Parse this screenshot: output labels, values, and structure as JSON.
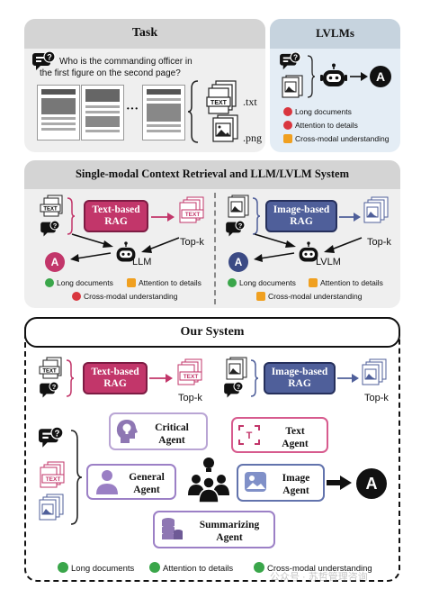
{
  "task": {
    "title": "Task",
    "question_line1": "Who is the commanding officer in",
    "question_line2": "the first figure on the second page?",
    "ellipsis": "···",
    "txt_ext": ".txt",
    "png_ext": ".png",
    "doc_label": "TEXT"
  },
  "lvlms": {
    "title": "LVLMs",
    "answer_letter": "A",
    "items": [
      {
        "label": "Long documents",
        "status": "fail"
      },
      {
        "label": "Attention to details",
        "status": "fail"
      },
      {
        "label": "Cross-modal understanding",
        "status": "warn"
      }
    ]
  },
  "single_modal": {
    "title": "Single-modal Context Retrieval and LLM/LVLM System",
    "text_rag": "Text-based RAG",
    "image_rag": "Image-based RAG",
    "topk": "Top-k",
    "llm": "LLM",
    "lvlm": "LVLM",
    "left_items": [
      {
        "label": "Long documents",
        "status": "ok"
      },
      {
        "label": "Attention to details",
        "status": "warn"
      },
      {
        "label": "Cross-modal understanding",
        "status": "fail"
      }
    ],
    "right_items": [
      {
        "label": "Long documents",
        "status": "ok"
      },
      {
        "label": "Attention to details",
        "status": "warn"
      },
      {
        "label": "Cross-modal understanding",
        "status": "warn"
      }
    ]
  },
  "our_system": {
    "title": "Our System",
    "text_rag": "Text-based RAG",
    "image_rag": "Image-based RAG",
    "topk": "Top-k",
    "agents": {
      "critical": "Critical Agent",
      "text": "Text Agent",
      "general": "General Agent",
      "image": "Image Agent",
      "summarizing": "Summarizing Agent"
    },
    "items": [
      {
        "label": "Long documents",
        "status": "ok"
      },
      {
        "label": "Attention to details",
        "status": "ok"
      },
      {
        "label": "Cross-modal understanding",
        "status": "ok"
      }
    ],
    "watermark": "公众号 · 苏哲管理咨询"
  },
  "colors": {
    "ok": "#3aa64a",
    "fail": "#d9363e",
    "warn": "#f0a020",
    "pink": "#c2366a",
    "blue": "#4f5f9a",
    "panel_gray": "#efefef",
    "header_gray": "#d4d4d4",
    "lvlm_panel": "#e4edf5",
    "lvlm_header": "#c6d3de"
  }
}
